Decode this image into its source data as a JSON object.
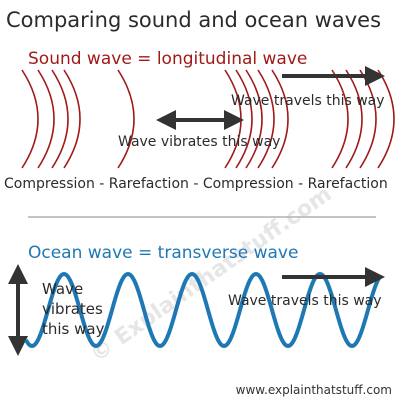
{
  "title": "Comparing sound and ocean waves",
  "sound": {
    "heading": "Sound wave = longitudinal wave",
    "travels_label": "Wave travels this way",
    "vibrates_label": "Wave vibrates this way",
    "caption": "Compression - Rarefaction - Compression - Rarefaction"
  },
  "ocean": {
    "heading": "Ocean wave = transverse wave",
    "vibrates_line1": "Wave",
    "vibrates_line2": "vibrates",
    "vibrates_line3": "this way",
    "travels_label": "Wave travels this way"
  },
  "watermark": "© Explainthatstuff.com",
  "footer_url": "www.explainthatstuff.com",
  "colors": {
    "title": "#2b2b2b",
    "sound_accent": "#a01a1a",
    "ocean_accent": "#1e78b4",
    "arrow": "#333333",
    "divider": "#b0b0b0",
    "watermark": "#e3e3e3"
  }
}
